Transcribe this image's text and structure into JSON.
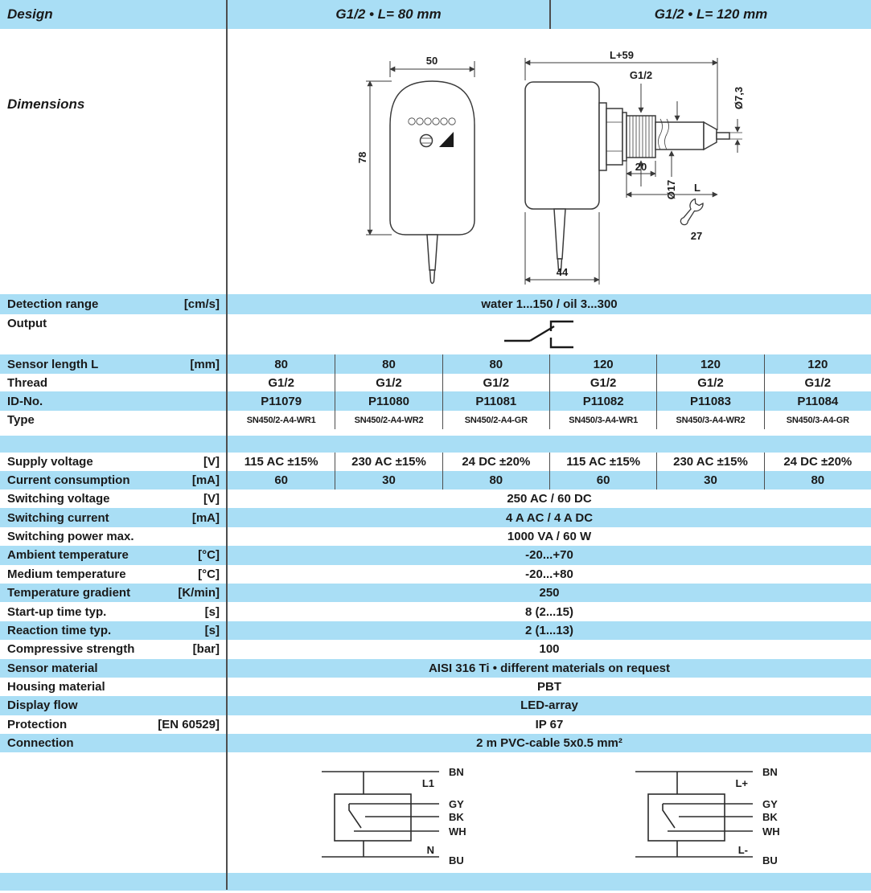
{
  "header": {
    "design": "Design",
    "variant_80": "G1/2 • L= 80 mm",
    "variant_120": "G1/2 • L= 120 mm"
  },
  "dimensions": {
    "label": "Dimensions",
    "front_view": {
      "width": "50",
      "height": "78"
    },
    "side_view": {
      "overall_length": "L+59",
      "thread": "G1/2",
      "tip_diameter": "Ø7,3",
      "probe_diameter": "Ø17",
      "thread_length": "20",
      "probe_length": "L",
      "body_width": "44",
      "wrench_size": "27"
    }
  },
  "specs": {
    "detection_range": {
      "label": "Detection range",
      "unit": "[cm/s]",
      "value": "water 1...150 / oil 3...300"
    },
    "output": {
      "label": "Output"
    },
    "col_rows": [
      {
        "label": "Sensor length L",
        "unit": "[mm]",
        "values": [
          "80",
          "80",
          "80",
          "120",
          "120",
          "120"
        ]
      },
      {
        "label": "Thread",
        "unit": "",
        "values": [
          "G1/2",
          "G1/2",
          "G1/2",
          "G1/2",
          "G1/2",
          "G1/2"
        ]
      },
      {
        "label": "ID-No.",
        "unit": "",
        "values": [
          "P11079",
          "P11080",
          "P11081",
          "P11082",
          "P11083",
          "P11084"
        ]
      },
      {
        "label": "Type",
        "unit": "",
        "values": [
          "SN450/2-A4-WR1",
          "SN450/2-A4-WR2",
          "SN450/2-A4-GR",
          "SN450/3-A4-WR1",
          "SN450/3-A4-WR2",
          "SN450/3-A4-GR"
        ]
      },
      {
        "label": "Supply voltage",
        "unit": "[V]",
        "values": [
          "115 AC ±15%",
          "230 AC ±15%",
          "24 DC ±20%",
          "115 AC ±15%",
          "230 AC ±15%",
          "24 DC ±20%"
        ]
      },
      {
        "label": "Current consumption",
        "unit": "[mA]",
        "values": [
          "60",
          "30",
          "80",
          "60",
          "30",
          "80"
        ]
      }
    ],
    "span_rows": [
      {
        "label": "Switching voltage",
        "unit": "[V]",
        "value": "250 AC / 60 DC"
      },
      {
        "label": "Switching current",
        "unit": "[mA]",
        "value": "4 A AC / 4 A DC"
      },
      {
        "label": "Switching power max.",
        "unit": "",
        "value": "1000 VA / 60 W"
      },
      {
        "label": "Ambient temperature",
        "unit": "[°C]",
        "value": "-20...+70"
      },
      {
        "label": "Medium temperature",
        "unit": "[°C]",
        "value": "-20...+80"
      },
      {
        "label": "Temperature gradient",
        "unit": "[K/min]",
        "value": "250"
      },
      {
        "label": "Start-up time typ.",
        "unit": "[s]",
        "value": "8 (2...15)"
      },
      {
        "label": "Reaction time typ.",
        "unit": "[s]",
        "value": "2 (1...13)"
      },
      {
        "label": "Compressive strength",
        "unit": "[bar]",
        "value": "100"
      },
      {
        "label": "Sensor material",
        "unit": "",
        "value": "AISI 316 Ti • different materials on request"
      },
      {
        "label": "Housing material",
        "unit": "",
        "value": "PBT"
      },
      {
        "label": "Display flow",
        "unit": "",
        "value": "LED-array"
      },
      {
        "label": "Protection",
        "unit": "[EN 60529]",
        "value": "IP 67"
      },
      {
        "label": "Connection",
        "unit": "",
        "value": "2 m PVC-cable 5x0.5 mm²"
      }
    ]
  },
  "wiring": {
    "ac": {
      "supply_top": "L1",
      "supply_bottom": "N",
      "wire_bn": "BN",
      "wire_gy": "GY",
      "wire_bk": "BK",
      "wire_wh": "WH",
      "wire_bu": "BU"
    },
    "dc": {
      "supply_top": "L+",
      "supply_bottom": "L-",
      "wire_bn": "BN",
      "wire_gy": "GY",
      "wire_bk": "BK",
      "wire_wh": "WH",
      "wire_bu": "BU"
    }
  },
  "colors": {
    "band_blue": "#a9def5",
    "divider": "#4d4d4d",
    "text": "#1a1a1a"
  }
}
